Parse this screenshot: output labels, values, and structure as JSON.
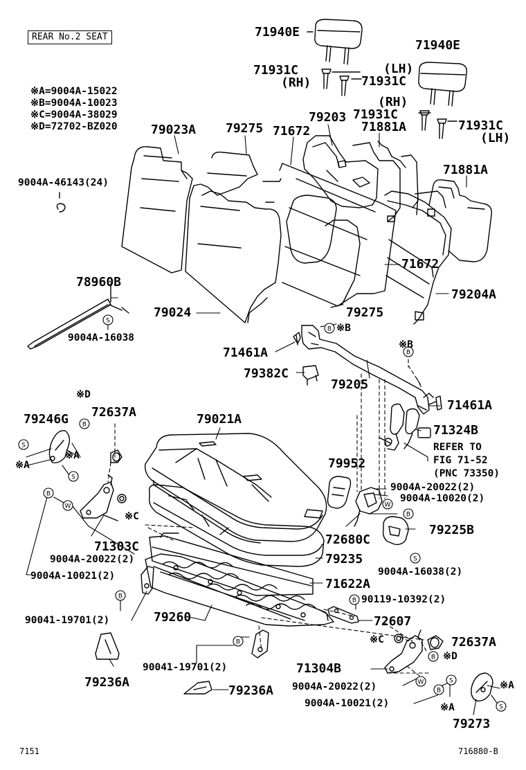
{
  "header": {
    "section_label": "REAR No.2 SEAT"
  },
  "legend": {
    "lines": [
      "※A=9004A-15022",
      "※B=9004A-10023",
      "※C=9004A-38029",
      "※D=72702-BZ020"
    ]
  },
  "footer": {
    "page_code": "7151",
    "figure_code": "716880-B"
  },
  "markers": {
    "b": "B",
    "s": "S",
    "w": "W",
    "c_ref": "※C",
    "a_ref": "※A",
    "d_ref": "※D",
    "b_ref": "※B"
  },
  "parts": {
    "headrest_rh": "71940E",
    "headrest_lh": "71940E",
    "guide_rh": "71931C",
    "guide_rh_side": "(RH)",
    "guide_lh": "71931C",
    "guide_lh_side": "(LH)",
    "guide_rh2": "71931C",
    "guide_rh2_side": "(RH)",
    "guide_lh2": "71931C",
    "guide_lh2_side": "(LH)",
    "back_cover_a": "79023A",
    "back_pad_upper": "79275",
    "back_frame_upper": "71672",
    "back_board": "79203",
    "back_spring_upper": "71881A",
    "back_spring_lower": "71881A",
    "clip_qty": "9004A-46143(24)",
    "back_frame_lower": "71672",
    "back_board_a": "79204A",
    "back_cover": "79024",
    "back_pad_lower": "79275",
    "trim_rod": "78960B",
    "rod_screw": "9004A-16038",
    "hinge_cover_upper": "71461A",
    "stay": "79205",
    "bracket": "79382C",
    "b_ref_upper": "※B",
    "b_ref_lower": "※B",
    "hinge_cover_lower": "71461A",
    "belt_buckle": "71324B",
    "refer_1": "REFER TO",
    "refer_2": "FIG 71-52",
    "refer_3": "(PNC 73350)",
    "d_ref_top": "※D",
    "lock_striker_top": "72637A",
    "seat_cover": "79021A",
    "side_cover": "79246G",
    "latch_cover": "79952",
    "screw_upper": "9004A-20022(2)",
    "screw_lower": "9004A-10020(2)",
    "lock": "72680C",
    "cushion_cover": "79225B",
    "cushion_screw": "9004A-16038(2)",
    "hinge_lh": "71303C",
    "hinge_lh_screw": "9004A-20022(2)",
    "cushion_pad": "79235",
    "hinge_lh_screw2": "9004A-10021(2)",
    "cushion_spring": "71622A",
    "bolt_rear": "90119-10392(2)",
    "bolt_lh": "90041-19701(2)",
    "cushion_frame": "79260",
    "stopper": "72607",
    "lock_striker_bottom": "72637A",
    "leg_cover": "79236A",
    "bolt_lh2": "90041-19701(2)",
    "hinge_rh": "71304B",
    "hinge_rh_screw": "9004A-20022(2)",
    "leg_cover_b": "79236A",
    "hinge_rh_screw2": "9004A-10021(2)",
    "side_cover_rh": "79273"
  }
}
